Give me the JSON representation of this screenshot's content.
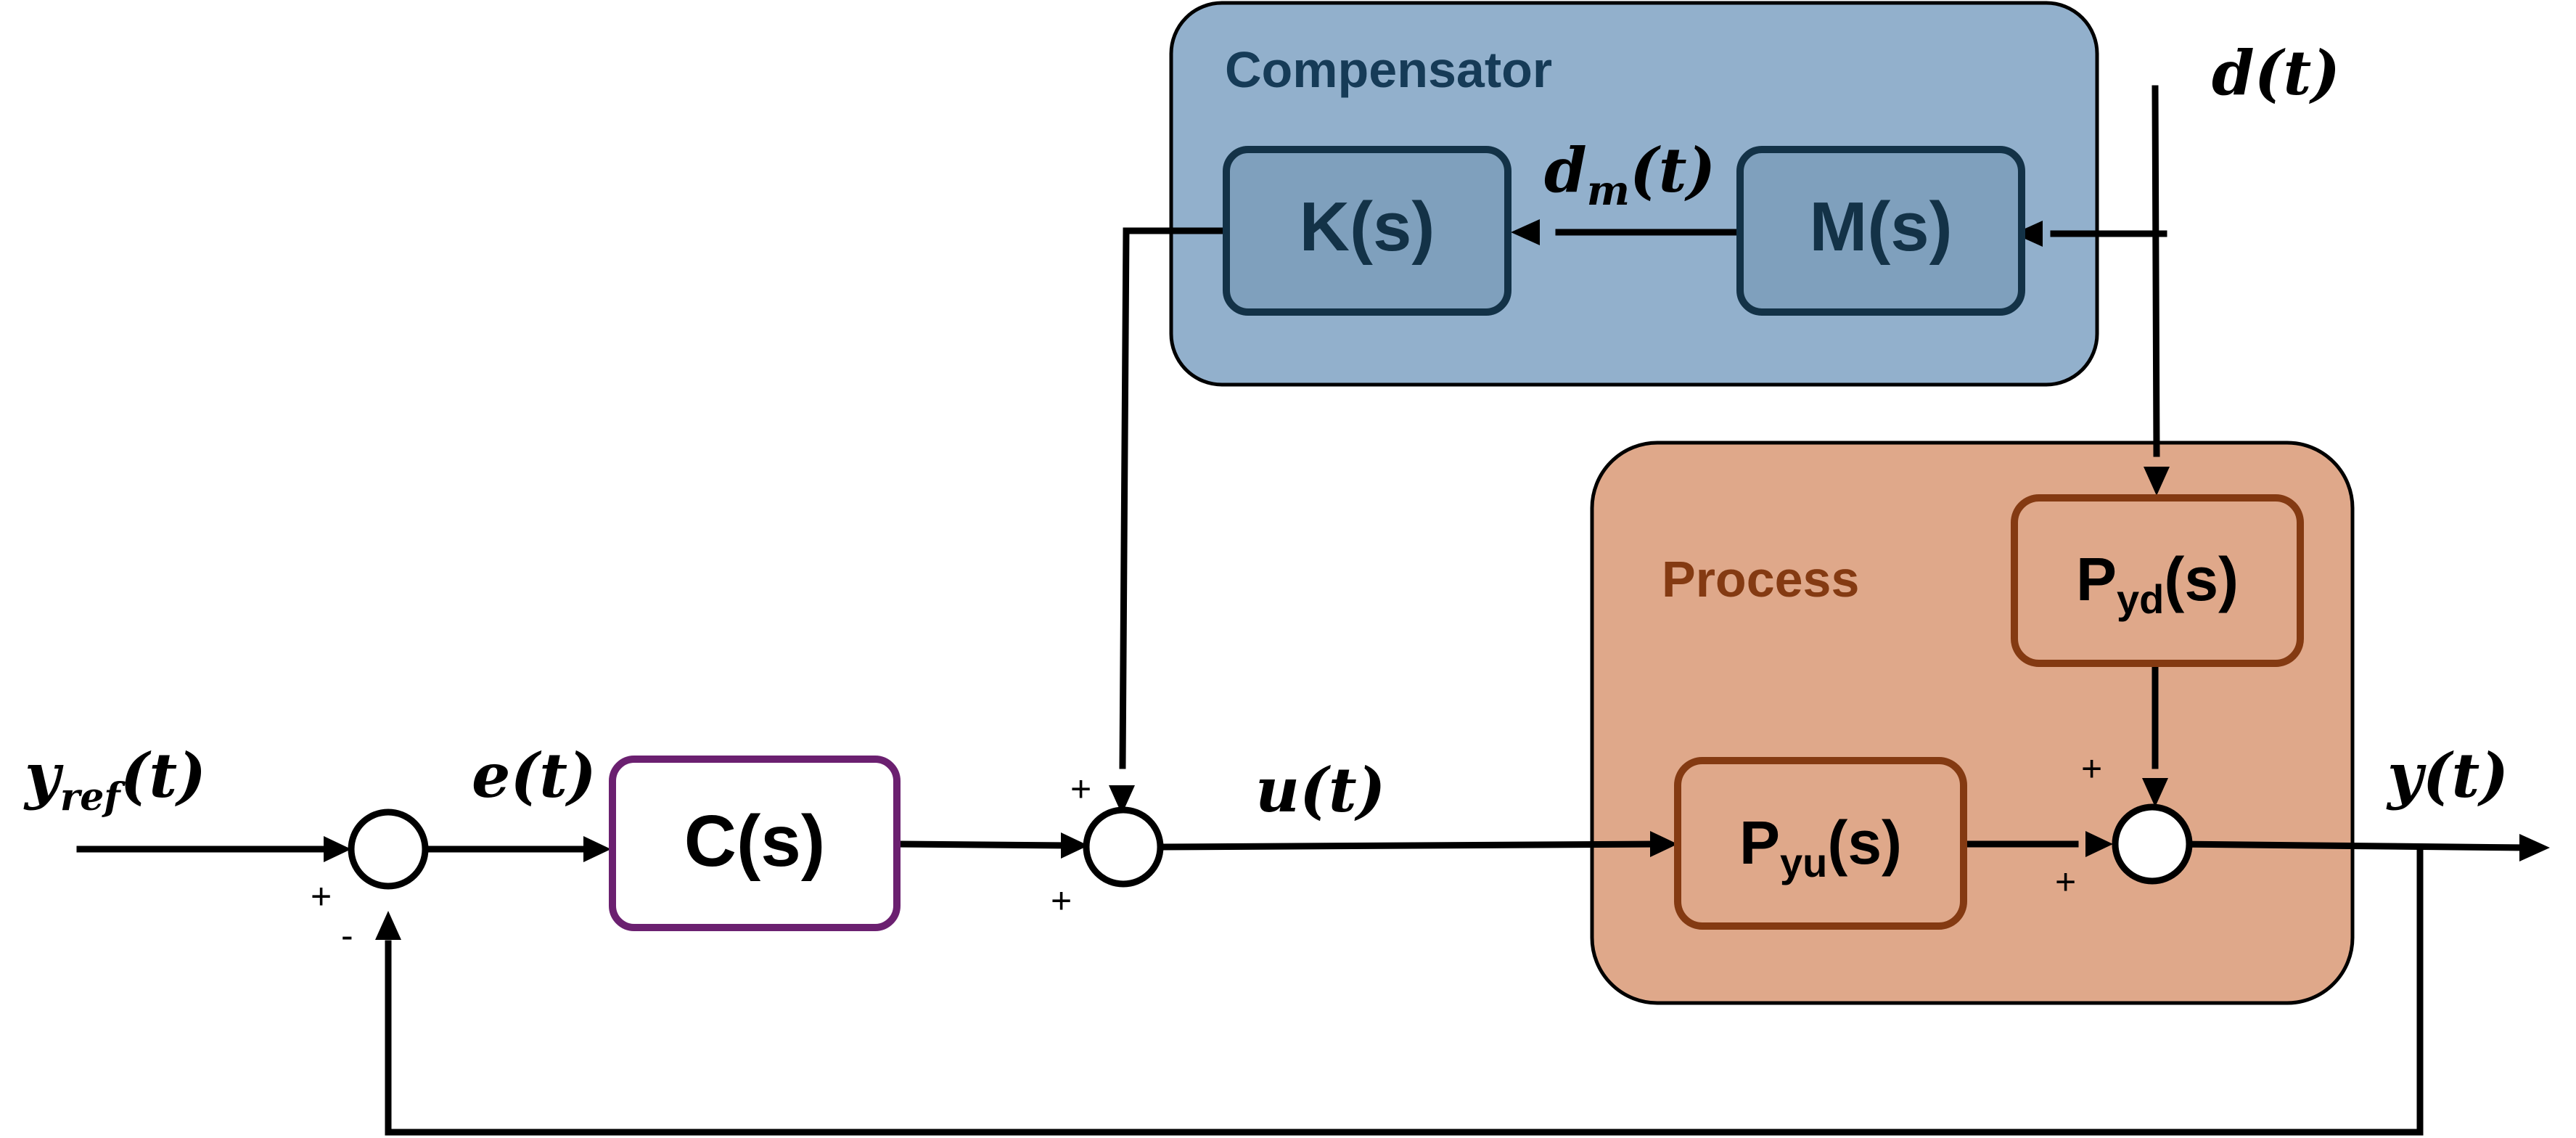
{
  "groups": {
    "compensator": {
      "title": "Compensator",
      "fill": "#92b0cc",
      "stroke": "#000000",
      "title_color": "#163b57"
    },
    "process": {
      "title": "Process",
      "fill": "#dfa88a",
      "stroke": "#000000",
      "title_color": "#843a12"
    }
  },
  "blocks": {
    "k": {
      "label": "K(s)",
      "fill": "#7fa0bd",
      "stroke": "#133247",
      "text_color": "#133247"
    },
    "m": {
      "label": "M(s)",
      "fill": "#7fa0bd",
      "stroke": "#133247",
      "text_color": "#133247"
    },
    "c": {
      "label": "C(s)",
      "fill": "#ffffff",
      "stroke": "#6b2070",
      "text_color": "#000000"
    },
    "pyd": {
      "base": "P",
      "sub": "yd",
      "suffix": "(s)",
      "fill": "#dfa88a",
      "stroke": "#843a12",
      "text_color": "#000000"
    },
    "pyu": {
      "base": "P",
      "sub": "yu",
      "suffix": "(s)",
      "fill": "#dfa88a",
      "stroke": "#843a12",
      "text_color": "#000000"
    }
  },
  "signals": {
    "yref": {
      "base": "y",
      "sub": "ref",
      "arg": "(t)"
    },
    "e": {
      "text": "e(t)"
    },
    "u": {
      "text": "u(t)"
    },
    "y": {
      "text": "y(t)"
    },
    "d": {
      "text": "d(t)"
    },
    "dm": {
      "base": "d",
      "sub": "m",
      "arg": "(t)"
    }
  },
  "signs": {
    "sum1_plus": "+",
    "sum1_minus": "-",
    "sum2_top": "+",
    "sum2_bottom": "+",
    "sum3_top": "+",
    "sum3_left": "+"
  }
}
